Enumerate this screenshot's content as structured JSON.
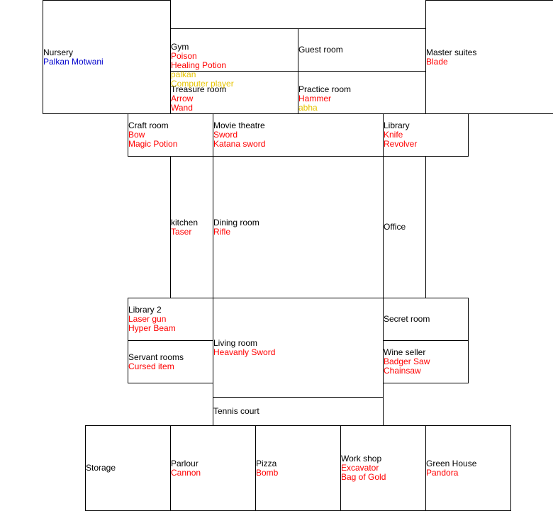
{
  "colors": {
    "room_label": "#000000",
    "weapon": "#ff0000",
    "human_player": "#0000cc",
    "computer_player": "#e6c300",
    "border": "#000000"
  },
  "rooms": {
    "top": {
      "name": "",
      "weapons": [],
      "players": []
    },
    "nursery": {
      "name": "Nursery",
      "weapons": [],
      "players": [
        "Palkan Motwani"
      ]
    },
    "master": {
      "name": "Master suites",
      "weapons": [
        "Blade"
      ],
      "players": []
    },
    "gym": {
      "name": "Gym",
      "weapons": [
        "Poison",
        "Healing Potion"
      ],
      "players": [
        "palkan",
        "Computer player"
      ]
    },
    "guest": {
      "name": "Guest room",
      "weapons": [],
      "players": []
    },
    "treasure": {
      "name": "Treasure room",
      "weapons": [
        "Arrow",
        "Wand"
      ],
      "players": []
    },
    "practice": {
      "name": "Practice room",
      "weapons": [
        "Hammer"
      ],
      "players": [
        "abha"
      ]
    },
    "craft": {
      "name": "Craft room",
      "weapons": [
        "Bow",
        "Magic Potion"
      ],
      "players": []
    },
    "movie": {
      "name": "Movie theatre",
      "weapons": [
        "Sword",
        "Katana sword"
      ],
      "players": []
    },
    "library": {
      "name": "Library",
      "weapons": [
        "Knife",
        "Revolver"
      ],
      "players": []
    },
    "kitchen": {
      "name": "kitchen",
      "weapons": [
        "Taser"
      ],
      "players": []
    },
    "dining": {
      "name": "Dining room",
      "weapons": [
        "Rifle"
      ],
      "players": []
    },
    "office": {
      "name": "Office",
      "weapons": [],
      "players": []
    },
    "library2": {
      "name": "Library 2",
      "weapons": [
        "Laser gun",
        "Hyper Beam"
      ],
      "players": []
    },
    "living": {
      "name": "Living room",
      "weapons": [
        "Heavanly Sword"
      ],
      "players": []
    },
    "secret": {
      "name": "Secret room",
      "weapons": [],
      "players": []
    },
    "servant": {
      "name": "Servant rooms",
      "weapons": [
        "Cursed item"
      ],
      "players": []
    },
    "wine": {
      "name": "Wine seller",
      "weapons": [
        "Badger Saw",
        "Chainsaw"
      ],
      "players": []
    },
    "tennis": {
      "name": "Tennis court",
      "weapons": [],
      "players": []
    },
    "storage": {
      "name": "Storage",
      "weapons": [],
      "players": []
    },
    "parlour": {
      "name": "Parlour",
      "weapons": [
        "Cannon"
      ],
      "players": []
    },
    "pizza": {
      "name": "Pizza",
      "weapons": [
        "Bomb"
      ],
      "players": []
    },
    "workshop": {
      "name": "Work shop",
      "weapons": [
        "Excavator",
        "Bag of Gold"
      ],
      "players": []
    },
    "greenhouse": {
      "name": "Green House",
      "weapons": [
        "Pandora"
      ],
      "players": []
    }
  }
}
